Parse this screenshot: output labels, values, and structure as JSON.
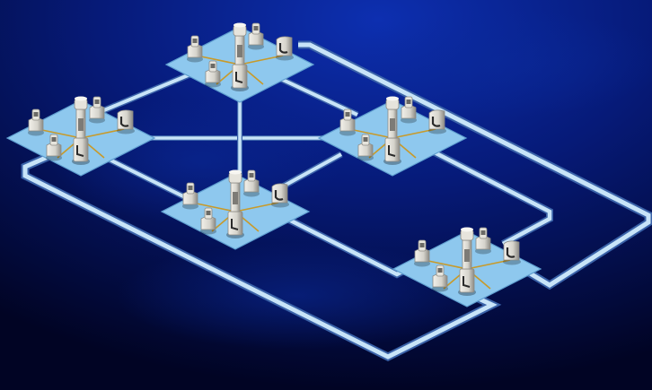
{
  "title": "",
  "palette": {
    "background_light": "#0d2fb0",
    "background_mid": "#061a78",
    "background_dark": "#010424",
    "cable": "#c8e4f8",
    "cable_edge": "#3a62a8",
    "tile": "#8ec8ee",
    "tile_edge": "#5f9fd0",
    "hub_spoke": "#c89a2a",
    "device": "#e6e4dc",
    "device_shadow": "#8c8a84"
  },
  "nodes": [
    {
      "id": "node-top",
      "devices": [
        "workstation",
        "workstation",
        "tower-server",
        "monitor",
        "workstation"
      ]
    },
    {
      "id": "node-left",
      "devices": [
        "workstation",
        "workstation",
        "tower-server",
        "monitor",
        "workstation"
      ]
    },
    {
      "id": "node-right",
      "devices": [
        "workstation",
        "workstation",
        "tower-server",
        "monitor",
        "workstation"
      ]
    },
    {
      "id": "node-center",
      "devices": [
        "workstation",
        "workstation",
        "tower-server",
        "monitor",
        "workstation"
      ]
    },
    {
      "id": "node-bottom-right",
      "devices": [
        "workstation",
        "workstation",
        "tower-server",
        "monitor",
        "workstation"
      ]
    }
  ],
  "links": [
    {
      "from": "node-top",
      "to": "node-left"
    },
    {
      "from": "node-top",
      "to": "node-right"
    },
    {
      "from": "node-left",
      "to": "node-center"
    },
    {
      "from": "node-right",
      "to": "node-center"
    },
    {
      "from": "node-left",
      "to": "node-right"
    },
    {
      "from": "node-top",
      "to": "node-center"
    },
    {
      "from": "node-top",
      "to": "node-bottom-right",
      "label": "outer-ring-right"
    },
    {
      "from": "node-left",
      "to": "node-bottom-right",
      "label": "outer-ring-bottom"
    },
    {
      "from": "node-right",
      "to": "node-bottom-right"
    },
    {
      "from": "node-center",
      "to": "node-bottom-right"
    }
  ]
}
